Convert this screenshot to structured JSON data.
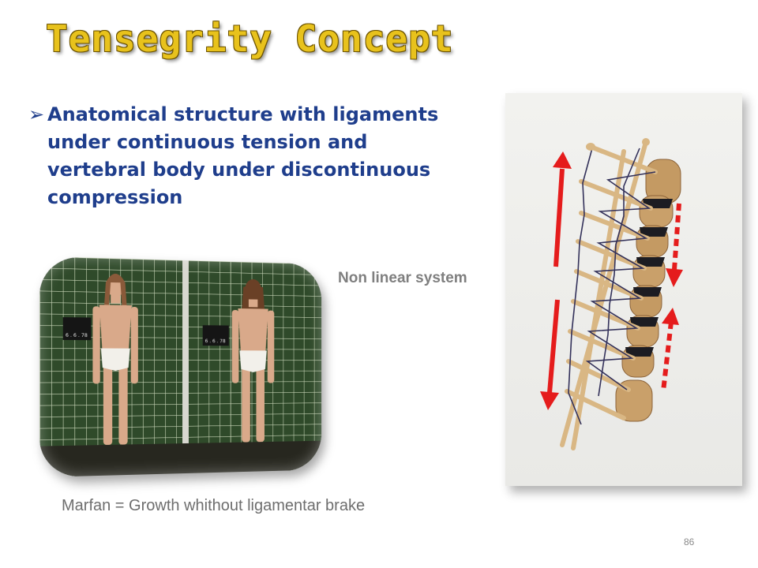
{
  "slide": {
    "title": "Tensegrity Concept",
    "bullet_marker": "➢",
    "bullet_text": "Anatomical structure with ligaments under continuous tension and vertebral body under discontinuous compression",
    "annotation": "Non linear system",
    "caption": "Marfan = Growth whithout ligamentar brake",
    "slide_number": "86",
    "photo_labels": [
      "6 . 6 . 78",
      "6 . 6 . 78"
    ]
  },
  "colors": {
    "title": "#e8c21c",
    "bullet": "#1f3e8c",
    "arrow": "#e51c1c",
    "annotation": "#7f7f7f"
  },
  "icons": {
    "tension_arrow": "double-headed-arrow-icon",
    "compression_arrow": "dashed-arrow-icon"
  }
}
